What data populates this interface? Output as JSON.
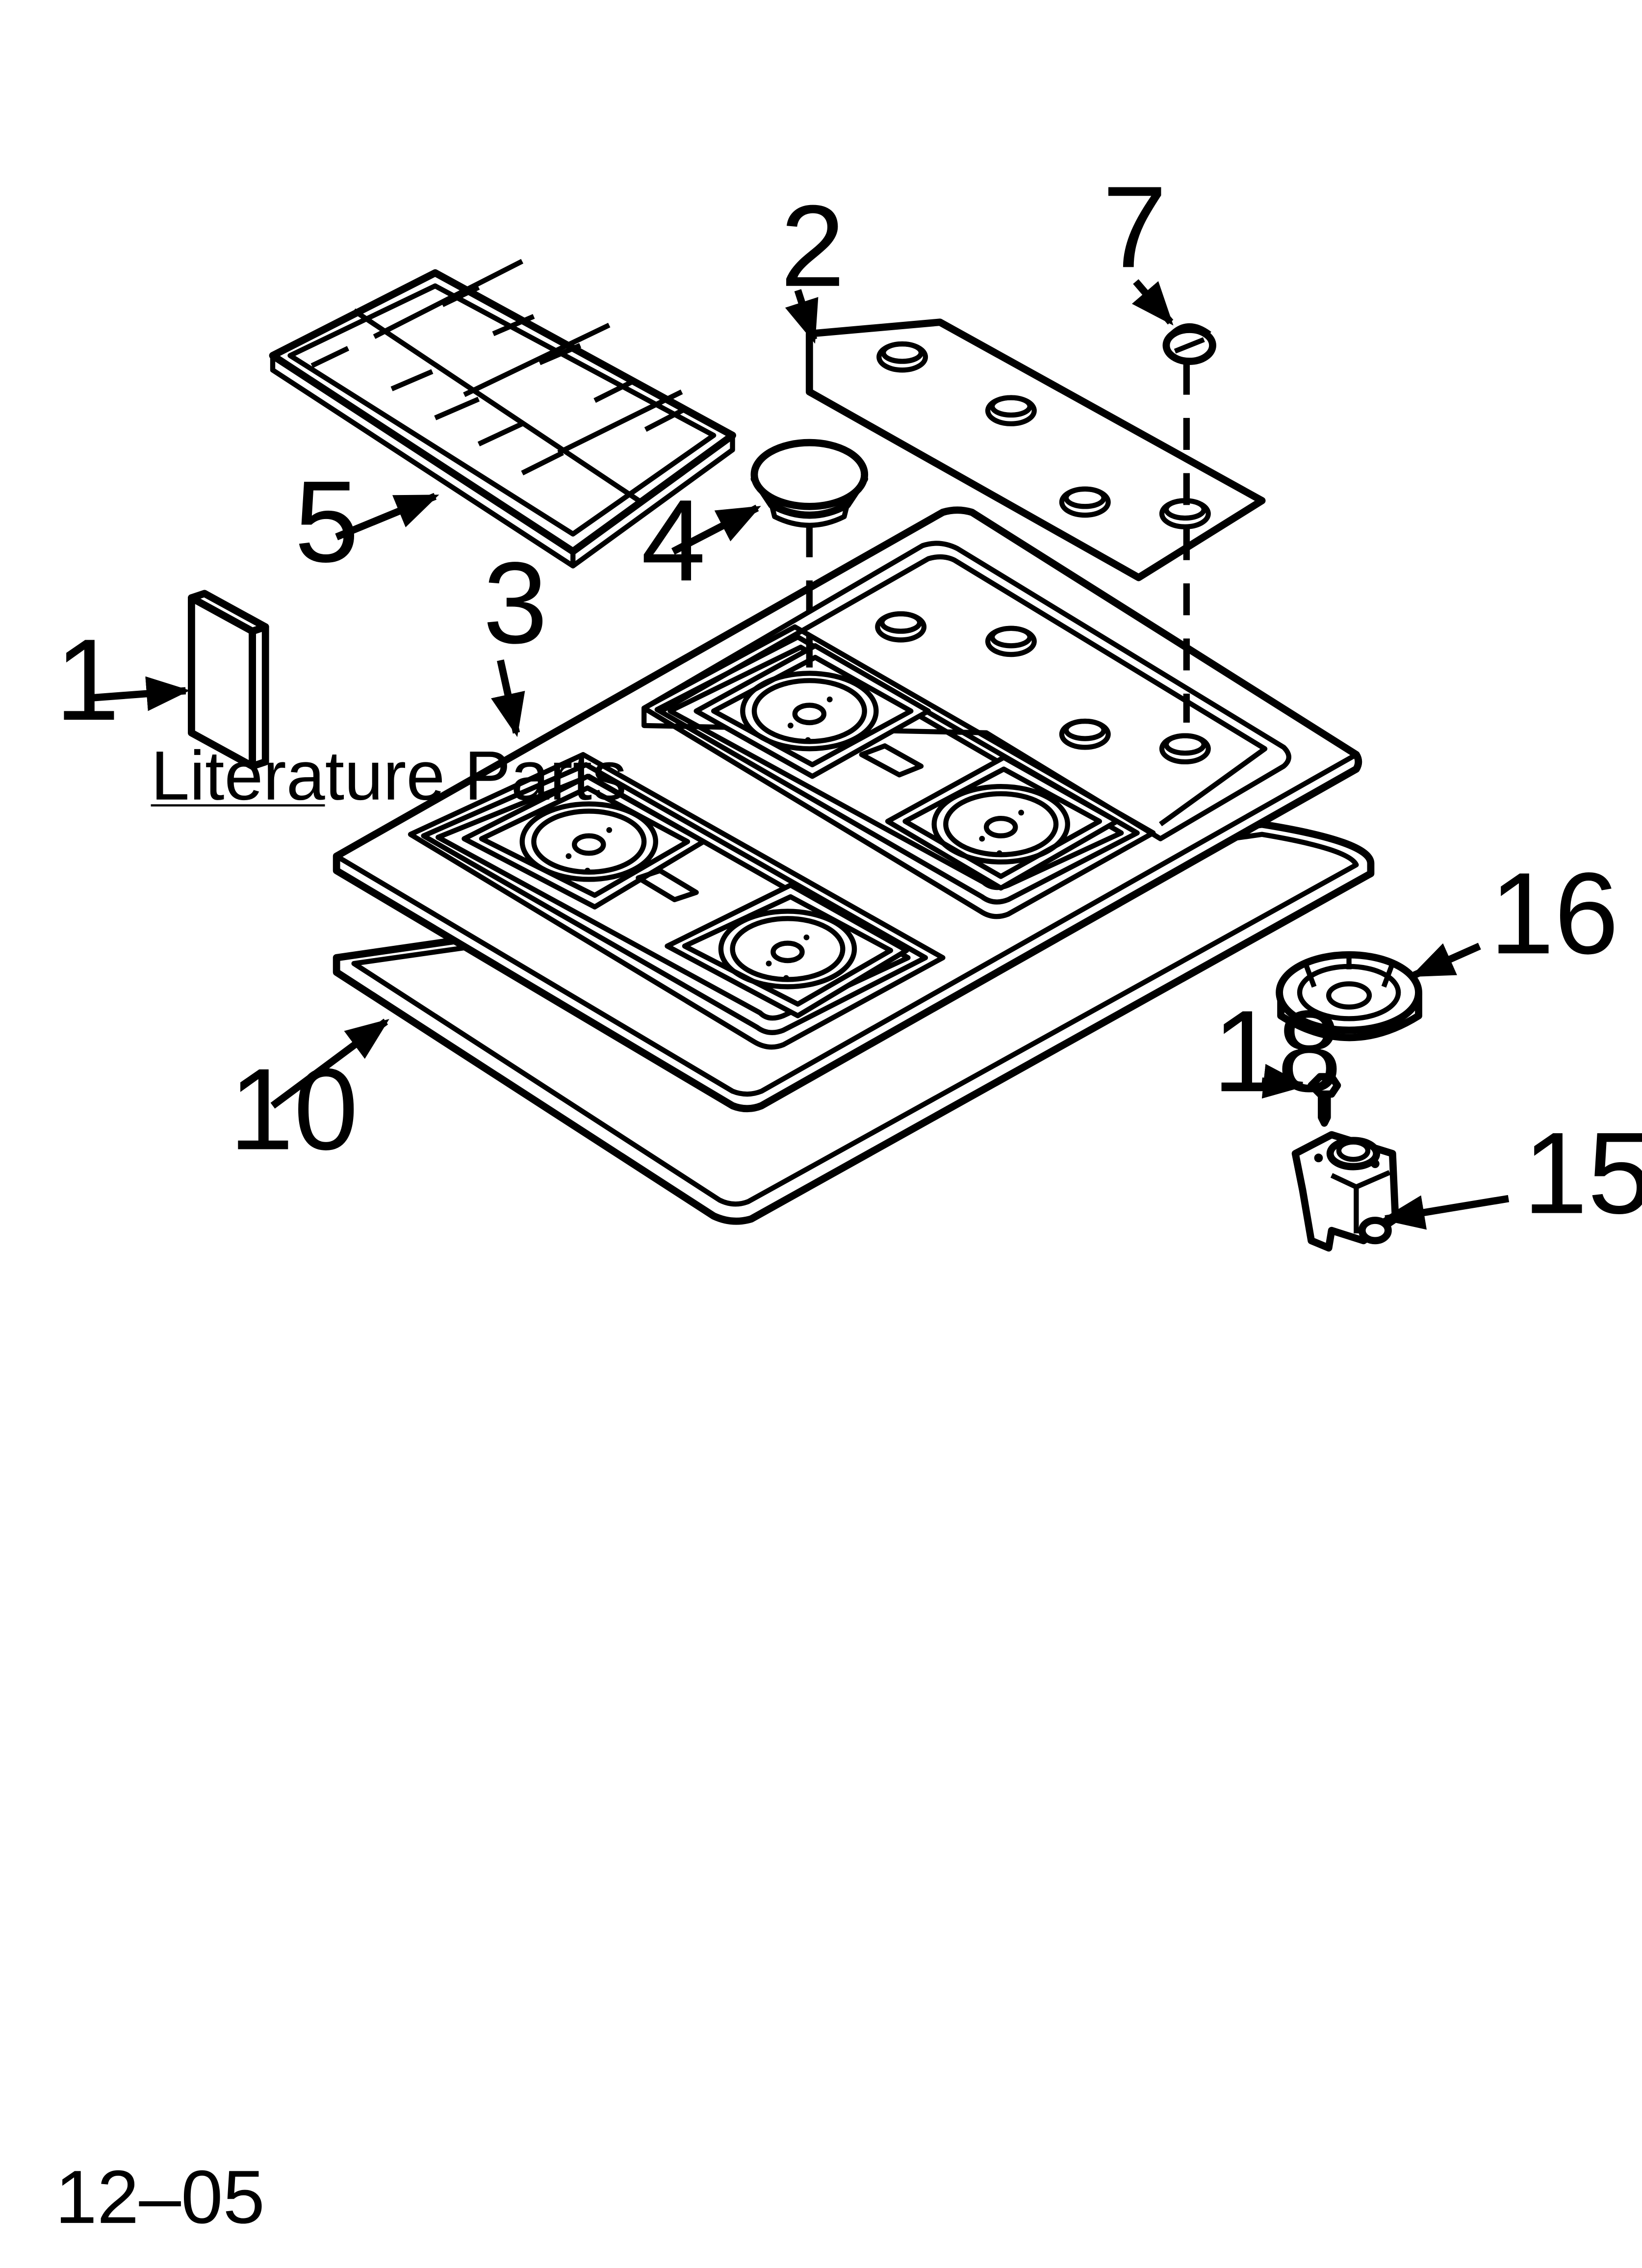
{
  "callouts": {
    "c1": "1",
    "c2": "2",
    "c3": "3",
    "c4": "4",
    "c5": "5",
    "c7": "7",
    "c10": "10",
    "c15": "15",
    "c16": "16",
    "c18": "18"
  },
  "literature_label": "Literature Parts",
  "date_code": "12–05"
}
